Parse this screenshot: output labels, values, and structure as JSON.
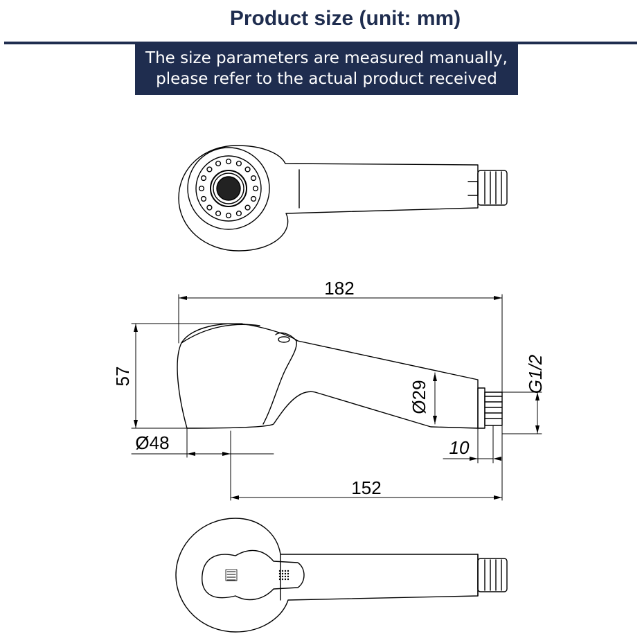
{
  "header": {
    "title": "Product size (unit: mm)",
    "notice_line1": "The size parameters are measured manually,",
    "notice_line2": "please refer to the actual product received"
  },
  "colors": {
    "banner": "#1f2d4f",
    "line": "#000000",
    "background": "#ffffff"
  },
  "dimensions": {
    "overall_length": "182",
    "height": "57",
    "head_diameter": "Ø48",
    "handle_diameter": "Ø29",
    "thread": "G1/2",
    "thread_length": "10",
    "base_length": "152"
  }
}
